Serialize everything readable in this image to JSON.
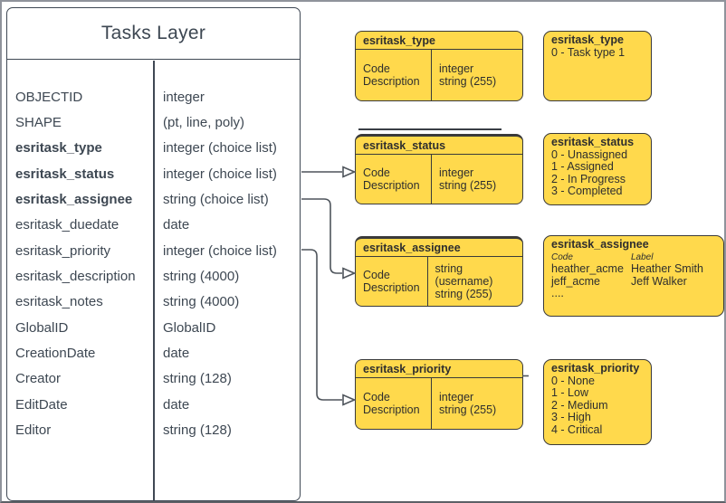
{
  "colors": {
    "box_fill": "#FFD94C",
    "box_stroke": "#3a3a3a",
    "table_stroke": "#3f4854",
    "connector": "#4e545b",
    "page_border": "#8f939b"
  },
  "tasks_layer": {
    "title": "Tasks Layer",
    "fields": [
      {
        "name": "OBJECTID",
        "type": "integer"
      },
      {
        "name": "SHAPE",
        "type": "(pt, line, poly)"
      },
      {
        "name": "esritask_type",
        "type": "integer (choice list)"
      },
      {
        "name": "esritask_status",
        "type": "integer (choice list)"
      },
      {
        "name": "esritask_assignee",
        "type": "string (choice list)"
      },
      {
        "name": "esritask_duedate",
        "type": "date"
      },
      {
        "name": "esritask_priority",
        "type": "integer (choice list)"
      },
      {
        "name": "esritask_description",
        "type": "string (4000)"
      },
      {
        "name": "esritask_notes",
        "type": "string (4000)"
      },
      {
        "name": "GlobalID",
        "type": "GlobalID"
      },
      {
        "name": "CreationDate",
        "type": "date"
      },
      {
        "name": "Creator",
        "type": "string (128)"
      },
      {
        "name": "EditDate",
        "type": "date"
      },
      {
        "name": "Editor",
        "type": "string (128)"
      }
    ]
  },
  "lookups": {
    "type": {
      "title": "esritask_type",
      "rows": [
        {
          "field": "Code",
          "type": "integer"
        },
        {
          "field": "Description",
          "type": "string (255)"
        }
      ]
    },
    "status": {
      "title": "esritask_status",
      "rows": [
        {
          "field": "Code",
          "type": "integer"
        },
        {
          "field": "Description",
          "type": "string (255)"
        }
      ]
    },
    "assignee": {
      "title": "esritask_assignee",
      "rows": [
        {
          "field": "Code",
          "type": "string (username)"
        },
        {
          "field": "Description",
          "type": "string (255)"
        }
      ]
    },
    "priority": {
      "title": "esritask_priority",
      "rows": [
        {
          "field": "Code",
          "type": "integer"
        },
        {
          "field": "Description",
          "type": "string (255)"
        }
      ]
    }
  },
  "domains": {
    "type": {
      "title": "esritask_type",
      "items": [
        "0 - Task type 1"
      ]
    },
    "status": {
      "title": "esritask_status",
      "items": [
        "0 - Unassigned",
        "1 - Assigned",
        "2 - In Progress",
        "3 - Completed"
      ]
    },
    "assignee": {
      "title": "esritask_assignee",
      "headers": {
        "code": "Code",
        "label": "Label"
      },
      "rows": [
        {
          "code": "heather_acme",
          "label": "Heather Smith"
        },
        {
          "code": "jeff_acme",
          "label": "Jeff Walker"
        }
      ],
      "ellipsis": "...."
    },
    "priority": {
      "title": "esritask_priority",
      "items": [
        "0 - None",
        "1 - Low",
        "2 - Medium",
        "3 - High",
        "4 - Critical"
      ]
    }
  }
}
